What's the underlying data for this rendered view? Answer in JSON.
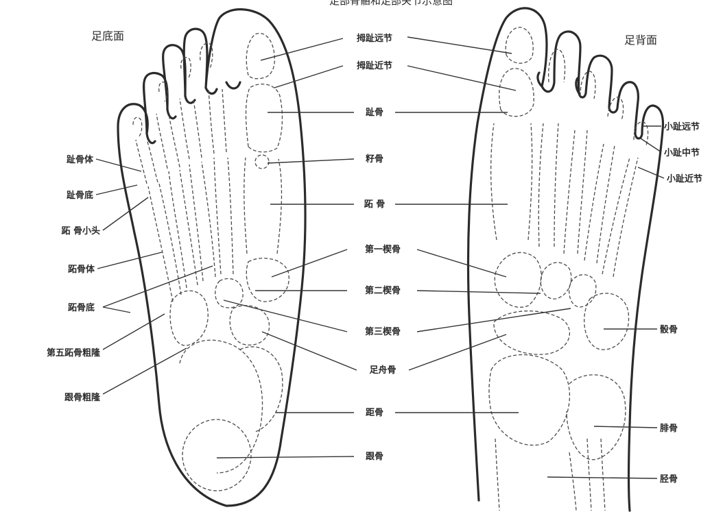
{
  "title": "足部骨骼和足部关节示意图",
  "sole_view_label": "足底面",
  "dorsal_view_label": "足背面",
  "left_labels": [
    {
      "id": "phalanx-body",
      "text": "趾骨体"
    },
    {
      "id": "phalanx-base",
      "text": "趾骨底"
    },
    {
      "id": "metatarsal-head",
      "text": "跖 骨小头"
    },
    {
      "id": "metatarsal-body",
      "text": "跖骨体"
    },
    {
      "id": "metatarsal-base",
      "text": "跖骨底"
    },
    {
      "id": "fifth-metatarsal-tuberosity",
      "text": "第五跖骨粗隆"
    },
    {
      "id": "calcaneal-tuberosity",
      "text": "跟骨粗隆"
    }
  ],
  "center_labels": [
    {
      "id": "hallux-distal",
      "text": "拇趾远节"
    },
    {
      "id": "hallux-proximal",
      "text": "拇趾近节"
    },
    {
      "id": "phalanges",
      "text": "趾骨"
    },
    {
      "id": "sesamoid",
      "text": "籽骨"
    },
    {
      "id": "metatarsals",
      "text": "跖 骨"
    },
    {
      "id": "first-cuneiform",
      "text": "第一楔骨"
    },
    {
      "id": "second-cuneiform",
      "text": "第二楔骨"
    },
    {
      "id": "third-cuneiform",
      "text": "第三楔骨"
    },
    {
      "id": "navicular",
      "text": "足舟骨"
    },
    {
      "id": "talus",
      "text": "距骨"
    },
    {
      "id": "calcaneus",
      "text": "跟骨"
    }
  ],
  "right_labels": [
    {
      "id": "little-toe-distal",
      "text": "小趾远节"
    },
    {
      "id": "little-toe-middle",
      "text": "小趾中节"
    },
    {
      "id": "little-toe-proximal",
      "text": "小趾近节"
    },
    {
      "id": "cuboid",
      "text": "骰骨"
    },
    {
      "id": "fibula",
      "text": "腓骨"
    },
    {
      "id": "tibia",
      "text": "胫骨"
    }
  ]
}
